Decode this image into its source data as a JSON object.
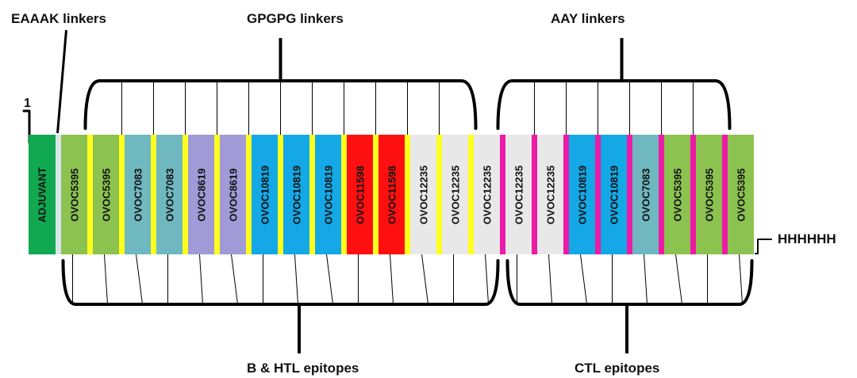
{
  "labels": {
    "eaaak": "EAAAK linkers",
    "gpgpg": "GPGPG linkers",
    "aay": "AAY linkers",
    "b_htl": "B & HTL epitopes",
    "ctl": "CTL epitopes",
    "his_tag": "HHHHHH",
    "start": "1"
  },
  "colors": {
    "adjuvant": "#10a850",
    "ovoc5395": "#8cc24f",
    "ovoc7083": "#70b8c0",
    "ovoc8619": "#a09ad6",
    "ovoc10819": "#14a8e6",
    "ovoc11598": "#ff1010",
    "ovoc12235": "#e8e8e8",
    "eaaak_linker": "#d8e6ec",
    "gpgpg_linker": "#ffff1e",
    "aay_linker": "#ec1aa6"
  },
  "segments": [
    {
      "label": "ADJUVANT",
      "color": "#10a850",
      "linker": "none"
    },
    {
      "label": "OVOC5395",
      "color": "#8cc24f",
      "linker": "eaaak"
    },
    {
      "label": "OVOC5395",
      "color": "#8cc24f",
      "linker": "gpgpg"
    },
    {
      "label": "OVOC7083",
      "color": "#70b8c0",
      "linker": "gpgpg"
    },
    {
      "label": "OVOC7083",
      "color": "#70b8c0",
      "linker": "gpgpg"
    },
    {
      "label": "OVOC8619",
      "color": "#a09ad6",
      "linker": "gpgpg"
    },
    {
      "label": "OVOC8619",
      "color": "#a09ad6",
      "linker": "gpgpg"
    },
    {
      "label": "OVOC10819",
      "color": "#14a8e6",
      "linker": "gpgpg"
    },
    {
      "label": "OVOC10819",
      "color": "#14a8e6",
      "linker": "gpgpg"
    },
    {
      "label": "OVOC10819",
      "color": "#14a8e6",
      "linker": "gpgpg"
    },
    {
      "label": "OVOC11598",
      "color": "#ff1010",
      "linker": "gpgpg"
    },
    {
      "label": "OVOC11598",
      "color": "#ff1010",
      "linker": "gpgpg"
    },
    {
      "label": "OVOC12235",
      "color": "#e8e8e8",
      "linker": "gpgpg"
    },
    {
      "label": "OVOC12235",
      "color": "#e8e8e8",
      "linker": "gpgpg"
    },
    {
      "label": "OVOC12235",
      "color": "#e8e8e8",
      "linker": "gpgpg"
    },
    {
      "label": "OVOC12235",
      "color": "#e8e8e8",
      "linker": "aay"
    },
    {
      "label": "OVOC12235",
      "color": "#e8e8e8",
      "linker": "aay"
    },
    {
      "label": "OVOC10819",
      "color": "#14a8e6",
      "linker": "aay"
    },
    {
      "label": "OVOC10819",
      "color": "#14a8e6",
      "linker": "aay"
    },
    {
      "label": "OVOC7083",
      "color": "#70b8c0",
      "linker": "aay"
    },
    {
      "label": "OVOC5395",
      "color": "#8cc24f",
      "linker": "aay"
    },
    {
      "label": "OVOC5395",
      "color": "#8cc24f",
      "linker": "aay"
    },
    {
      "label": "OVOC5395",
      "color": "#8cc24f",
      "linker": "aay"
    }
  ]
}
